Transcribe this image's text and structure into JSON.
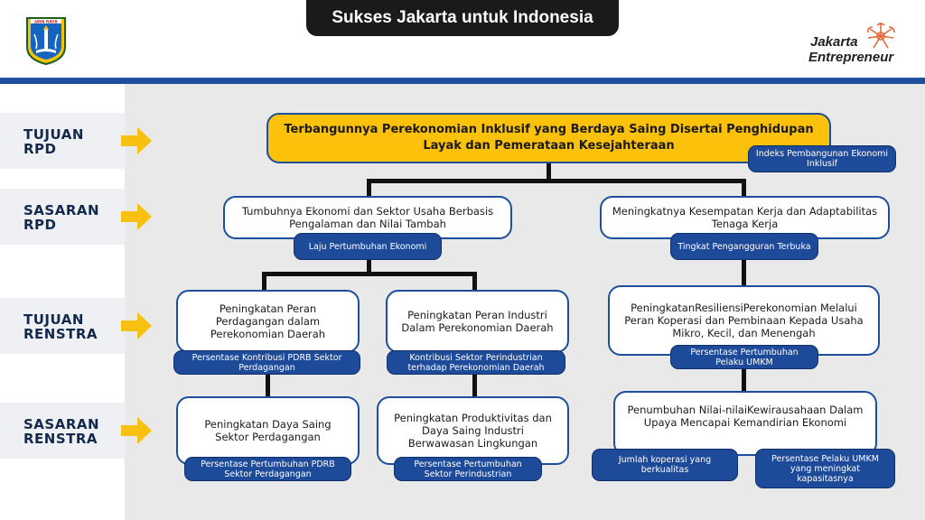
{
  "header": {
    "title": "Sukses Jakarta untuk Indonesia",
    "logo_left_text": "JAYA RAYA",
    "logo_right_line1": "Jakarta",
    "logo_right_line2": "Entrepreneur"
  },
  "levels": [
    {
      "label": "TUJUAN\nRPD"
    },
    {
      "label": "SASARAN\nRPD"
    },
    {
      "label": "TUJUAN\nRENSTRA"
    },
    {
      "label": "SASARAN\nRENSTRA"
    }
  ],
  "tujuan_rpd": {
    "text": "Terbangunnya Perekonomian Inklusif yang Berdaya Saing Disertai Penghidupan Layak dan Pemerataan Kesejahteraan",
    "indicator": "Indeks Pembangunan Ekonomi Inklusif"
  },
  "sasaran_rpd": [
    {
      "text": "Tumbuhnya Ekonomi dan Sektor Usaha Berbasis Pengalaman dan Nilai Tambah",
      "indicator": "Laju Pertumbuhan Ekonomi"
    },
    {
      "text": "Meningkatnya Kesempatan Kerja dan Adaptabilitas Tenaga Kerja",
      "indicator": "Tingkat Pengangguran Terbuka"
    }
  ],
  "tujuan_renstra": [
    {
      "text": "Peningkatan Peran Perdagangan dalam Perekonomian Daerah",
      "indicator": "Persentase Kontribusi PDRB Sektor Perdagangan"
    },
    {
      "text": "Peningkatan Peran Industri Dalam Perekonomian Daerah",
      "indicator": "Kontribusi Sektor Perindustrian terhadap Perekonomian Daerah"
    },
    {
      "text": "PeningkatanResiliensiPerekonomian Melalui Peran Koperasi dan Pembinaan Kepada Usaha Mikro, Kecil, dan Menengah",
      "indicator": "Persentase Pertumbuhan Pelaku UMKM"
    }
  ],
  "sasaran_renstra": [
    {
      "text": "Peningkatan Daya Saing Sektor Perdagangan",
      "indicator": "Persentase Pertumbuhan PDRB Sektor Perdagangan"
    },
    {
      "text": "Peningkatan Produktivitas dan Daya Saing Industri Berwawasan Lingkungan",
      "indicator": "Persentase Pertumbuhan Sektor Perindustrian"
    },
    {
      "text": "Penumbuhan Nilai-nilaiKewirausahaan Dalam Upaya Mencapai Kemandirian Ekonomi",
      "indicators": [
        "Jumlah koperasi yang berkualitas",
        "Persentase Pelaku UMKM yang meningkat kapasitasnya"
      ]
    }
  ],
  "colors": {
    "accent_blue": "#1d4f9c",
    "highlight_yellow": "#fcc10b",
    "arrow_yellow": "#f9c10f"
  }
}
